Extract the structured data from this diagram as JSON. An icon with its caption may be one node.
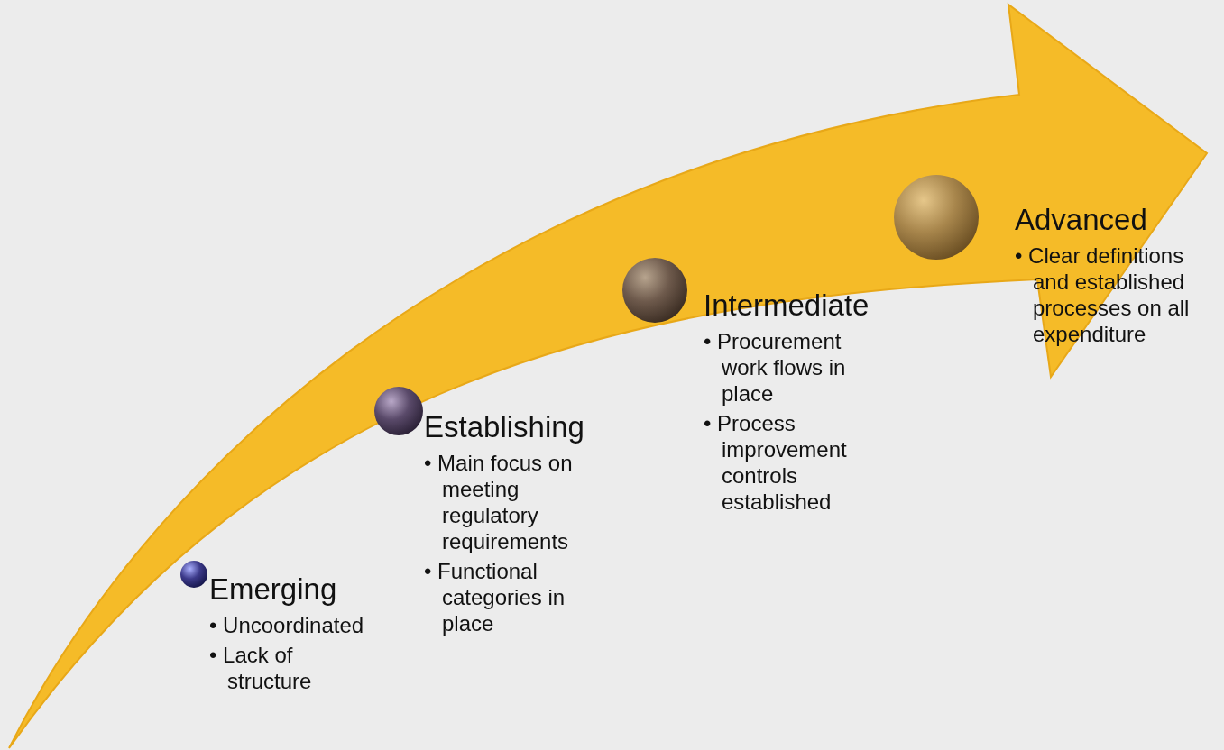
{
  "diagram": {
    "nodes": [
      {
        "text": [
          "Emerging",
          "• Uncoordinated",
          "• Lack of structure"
        ]
      },
      {
        "text": [
          "Establishing",
          "• Main focus on meeting regulatory requirements",
          "• Functional categories in place"
        ]
      },
      {
        "text": [
          "Intermediate",
          "• Procurement work flows in place",
          "• Process improvement controls established"
        ]
      },
      {
        "text": [
          "Advanced",
          "• Clear definitions and established processes on all expenditure"
        ]
      }
    ]
  }
}
